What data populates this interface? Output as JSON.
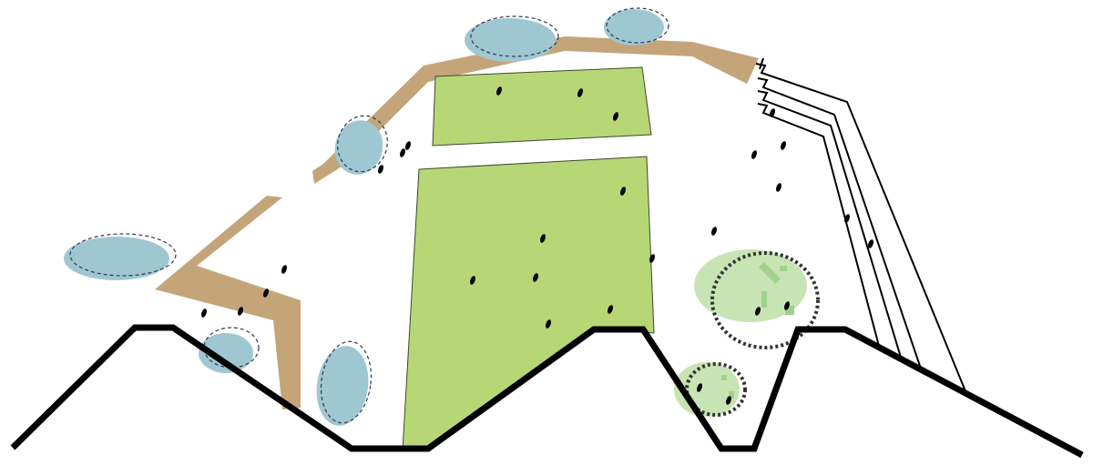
{
  "colors": {
    "background": "#ffffff",
    "path": "#c4a57a",
    "green_area": "#b7d776",
    "green_area_stroke": "#3a4a2a",
    "water_fill": "#9fc7d1",
    "water_dash": "#2b3a52",
    "light_green_fill": "#c8e4b4",
    "light_green_spot": "#9fd38c",
    "outline": "#000000",
    "seed": "#000000"
  },
  "icons": {
    "seed": "black-seed-mark",
    "water": "blue-ellipse-dashed-outline",
    "vegetation_patch": "light-green-ellipse-dotted-outline"
  }
}
